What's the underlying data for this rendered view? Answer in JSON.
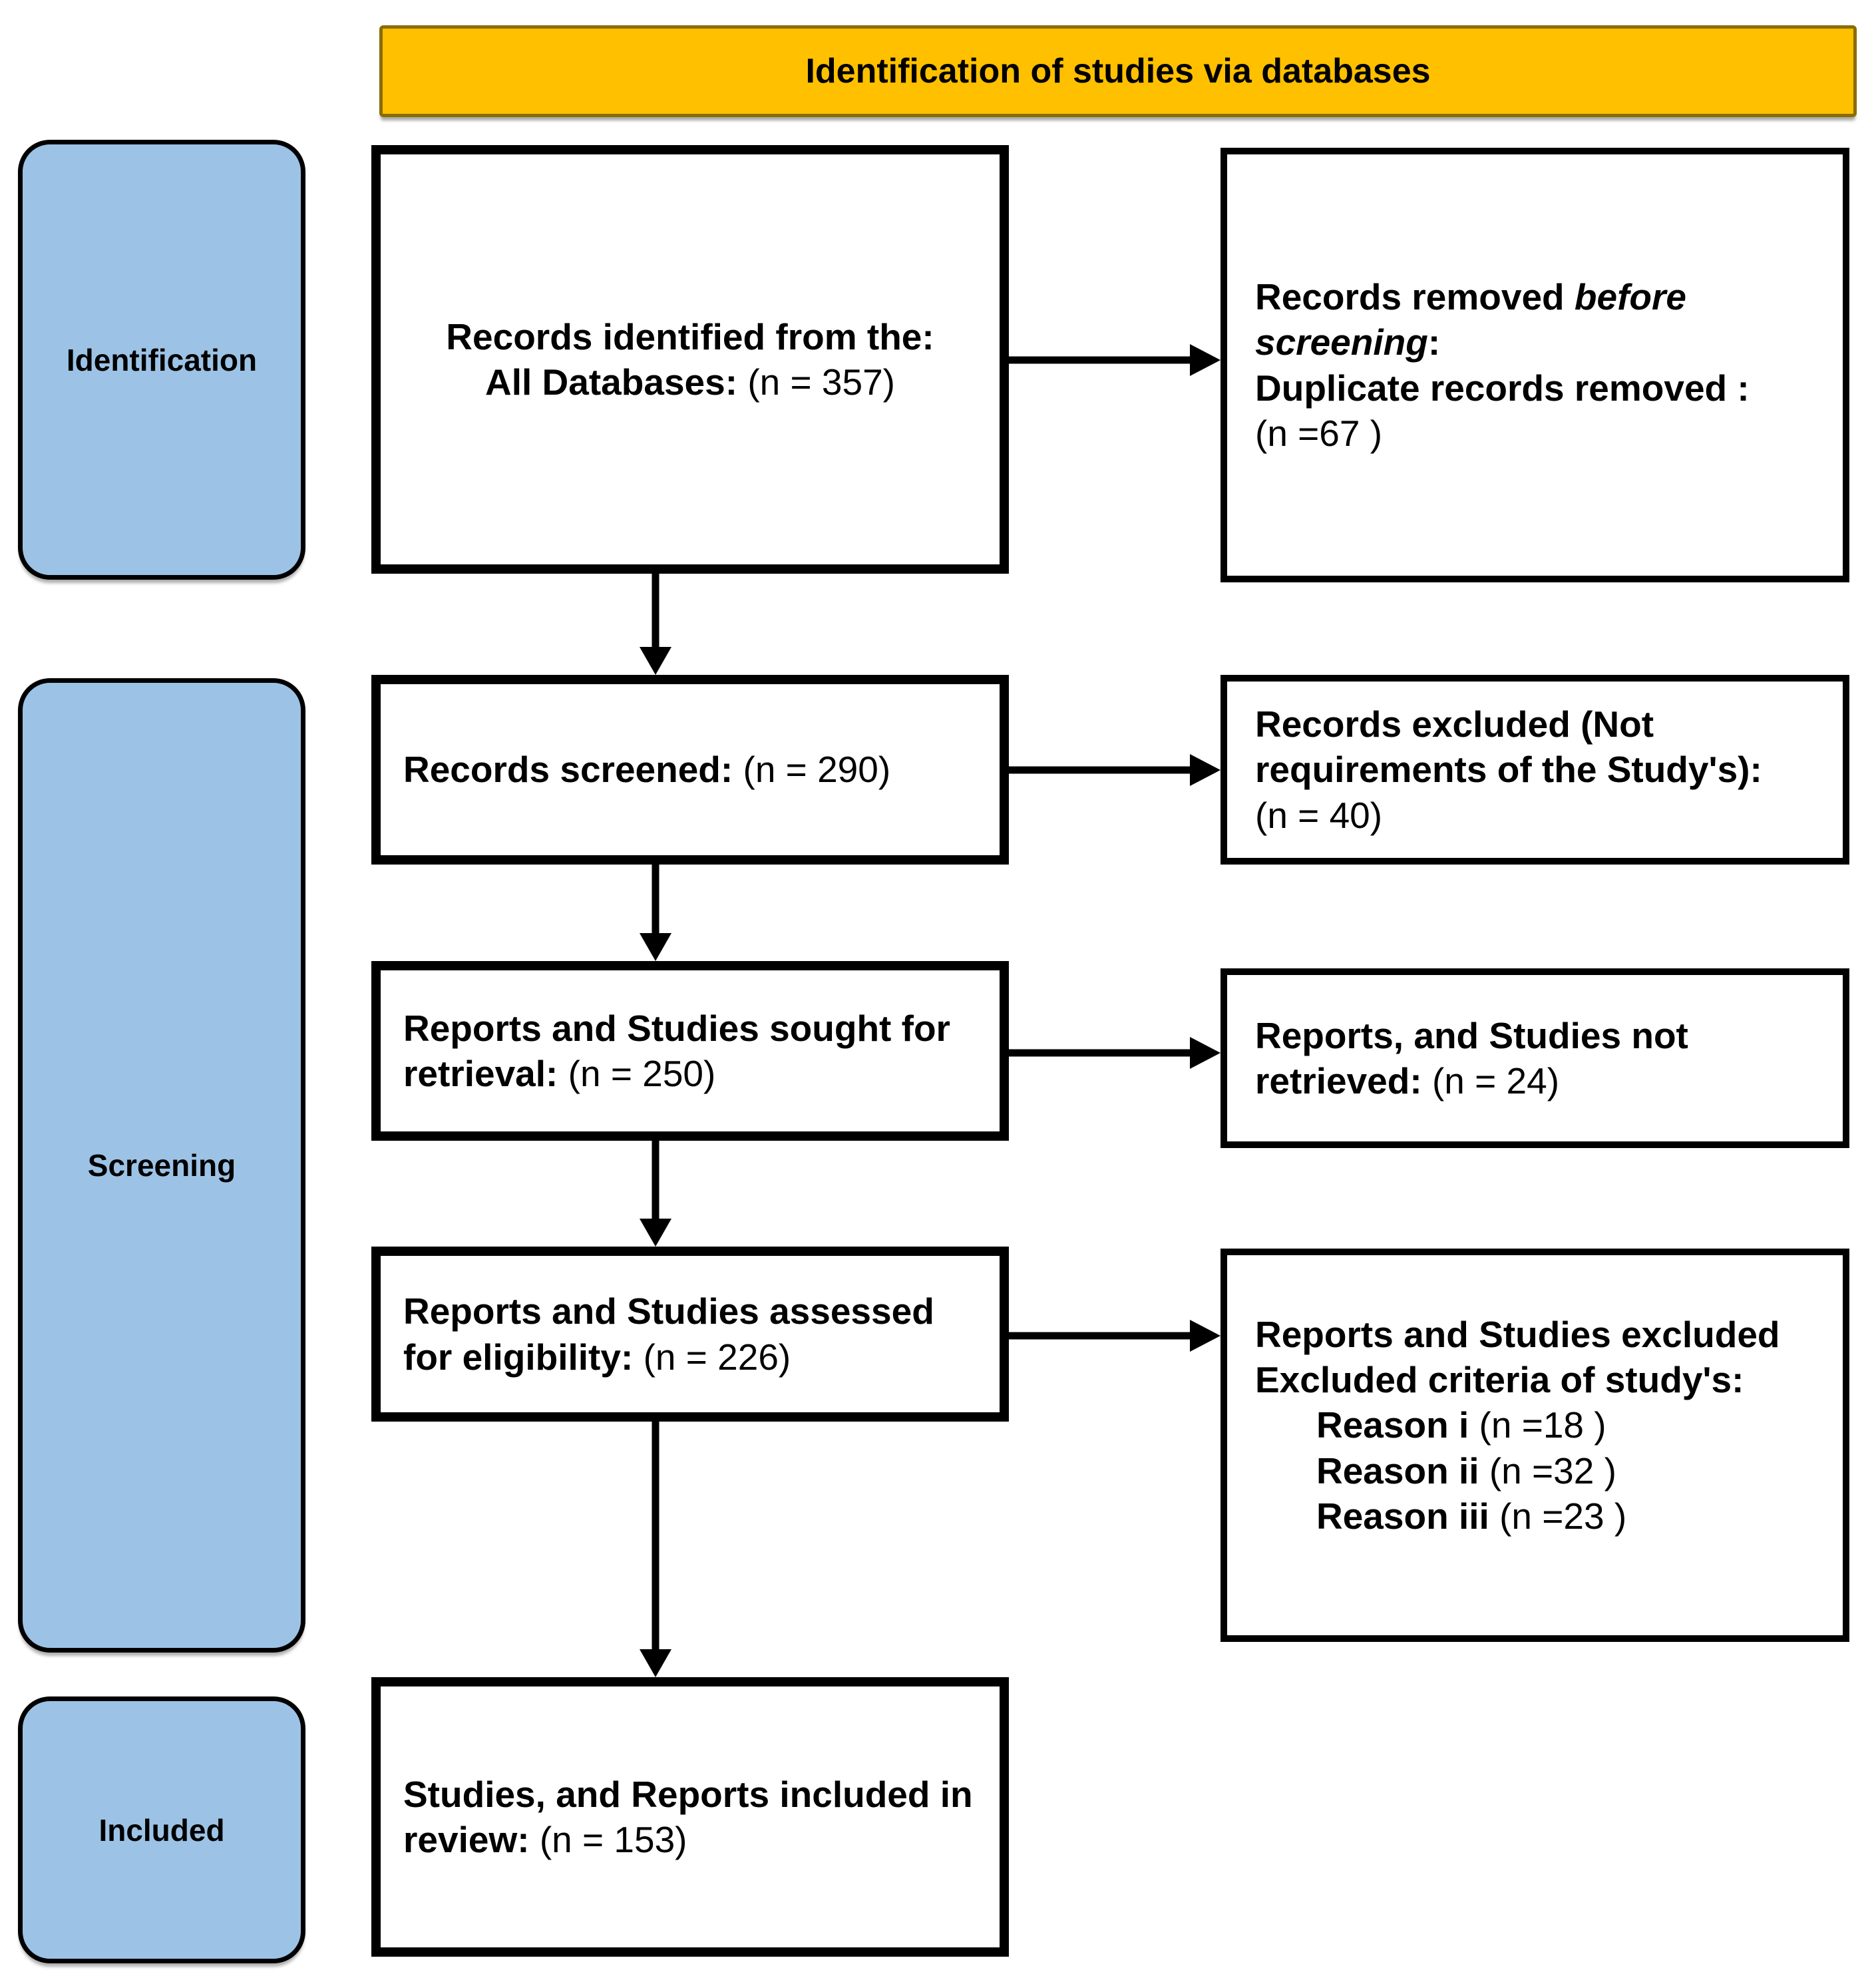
{
  "banner": {
    "title": "Identification of studies via databases"
  },
  "colors": {
    "banner-bg": "#FFC000",
    "banner-border": "#8A6D00",
    "stage-bg": "#9CC3E6",
    "box-border": "#000000"
  },
  "stages": [
    {
      "label": "Identification"
    },
    {
      "label": "Screening"
    },
    {
      "label": "Included"
    }
  ],
  "main": [
    {
      "line1": "Records identified from the:",
      "line2_bold": "All Databases:",
      "line2_value": "(n = 357)"
    },
    {
      "bold": "Records screened:",
      "value": "(n = 290)"
    },
    {
      "bold": "Reports and Studies sought for retrieval:",
      "value": "(n = 250)"
    },
    {
      "bold": "Reports and Studies assessed for eligibility:",
      "value": "(n = 226)"
    },
    {
      "bold": "Studies, and Reports included in review:",
      "value": "(n = 153)"
    }
  ],
  "side": [
    {
      "line1_bold": "Records removed ",
      "line1_italic": "before screening",
      "line1_colon": ":",
      "line2_bold": "Duplicate records removed :",
      "value": "(n =67 )"
    },
    {
      "bold": "Records excluded (Not requirements of the Study's):",
      "value": "(n = 40)"
    },
    {
      "bold": "Reports, and Studies not retrieved:",
      "value": "(n = 24)"
    },
    {
      "title": "Reports and Studies excluded",
      "subtitle": "Excluded criteria of study's:",
      "reasons": [
        {
          "label": "Reason i",
          "value": "(n =18 )"
        },
        {
          "label": "Reason ii",
          "value": "(n =32 )"
        },
        {
          "label": "Reason iii",
          "value": "(n =23 )"
        }
      ]
    }
  ]
}
